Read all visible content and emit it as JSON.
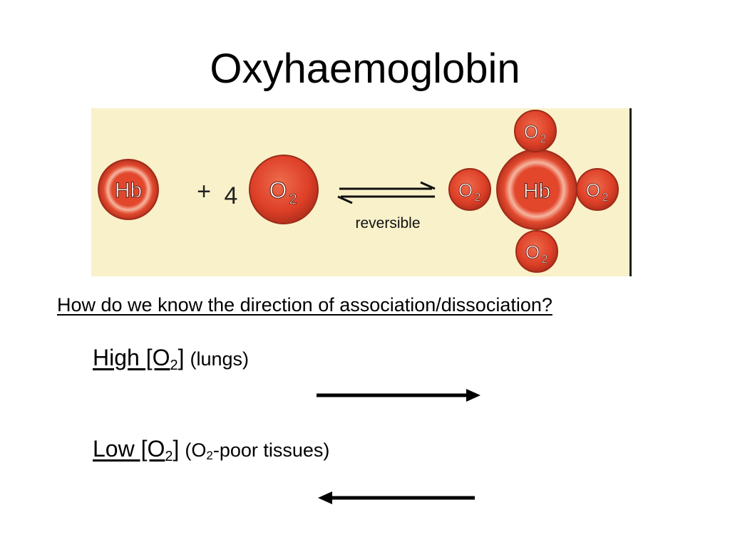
{
  "title": "Oxyhaemoglobin",
  "equation": {
    "hb_label": "Hb",
    "plus": "+",
    "count": "4",
    "o2_letter": "O",
    "o2_subscript": "2",
    "arrow_label": "reversible",
    "product_center": "Hb"
  },
  "question": "How do we know the direction of association/dissociation?",
  "conditions": {
    "high": {
      "prefix": "High [O",
      "sub": "2",
      "suffix": "]",
      "note": "(lungs)"
    },
    "low": {
      "prefix": "Low [O",
      "sub": "2",
      "suffix": "]",
      "note_prefix": "(O",
      "note_sub": "2",
      "note_suffix": "-poor tissues)"
    }
  },
  "colors": {
    "molecule_red": "#e0432a",
    "molecule_dark": "#b8321e",
    "molecule_light": "#f7b7a3",
    "panel": "#f9f1c9"
  }
}
